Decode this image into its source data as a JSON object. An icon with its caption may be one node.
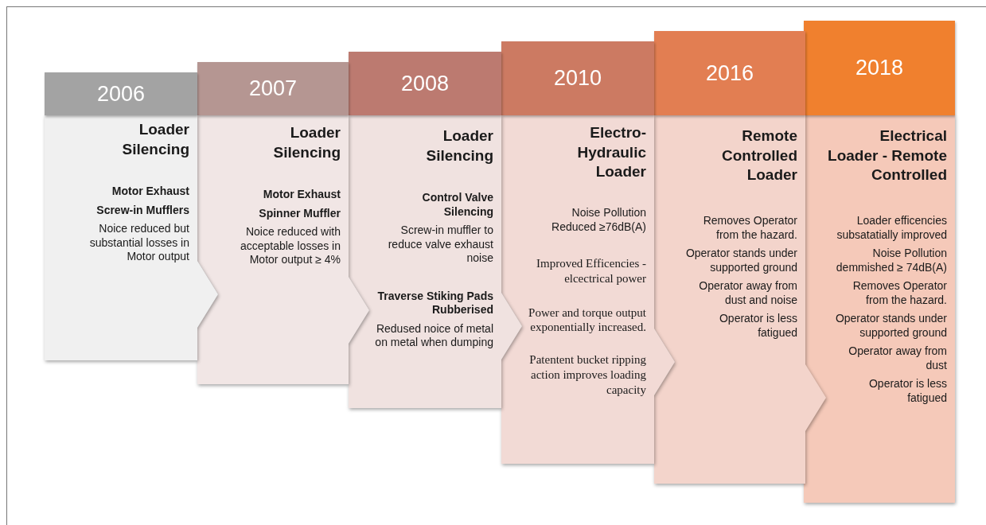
{
  "diagram": {
    "nodes": [
      {
        "text": [
          "2006",
          "Loader Silencing",
          "Motor Exhaust",
          "Screw-in Mufflers",
          "Noice reduced but substantial losses in Motor output"
        ]
      },
      {
        "text": [
          "2007",
          "Loader Silencing",
          "Motor Exhaust",
          "Spinner Muffler",
          "Noice reduced with acceptable losses in Motor output ≥ 4%"
        ]
      },
      {
        "text": [
          "2008",
          "Loader Silencing",
          "Control Valve Silencing",
          "Screw-in muffler to reduce valve exhaust noise",
          "Traverse Stiking Pads Rubberised",
          "Redused noice of metal on metal when dumping"
        ]
      },
      {
        "text": [
          "2010",
          "Electro-Hydraulic Loader",
          "Noise Pollution Reduced ≥76dB(A)",
          "Improved Efficencies - elcectrical power",
          "Power and torque output exponentially increased.",
          "Patentent bucket ripping action improves loading capacity"
        ]
      },
      {
        "text": [
          "2016",
          "Remote Controlled Loader",
          "Removes Operator from the hazard.",
          "Operator stands under supported ground",
          "Operator away from dust and noise",
          "Operator is less fatigued"
        ]
      },
      {
        "text": [
          "2018",
          "Electrical Loader - Remote Controlled",
          "Loader efficencies subsatatially improved",
          "Noise Pollution demmished ≥ 74dB(A)",
          "Removes Operator from the hazard.",
          "Operator stands under supported ground",
          "Operator away from dust",
          "Operator is less fatigued"
        ]
      }
    ]
  }
}
